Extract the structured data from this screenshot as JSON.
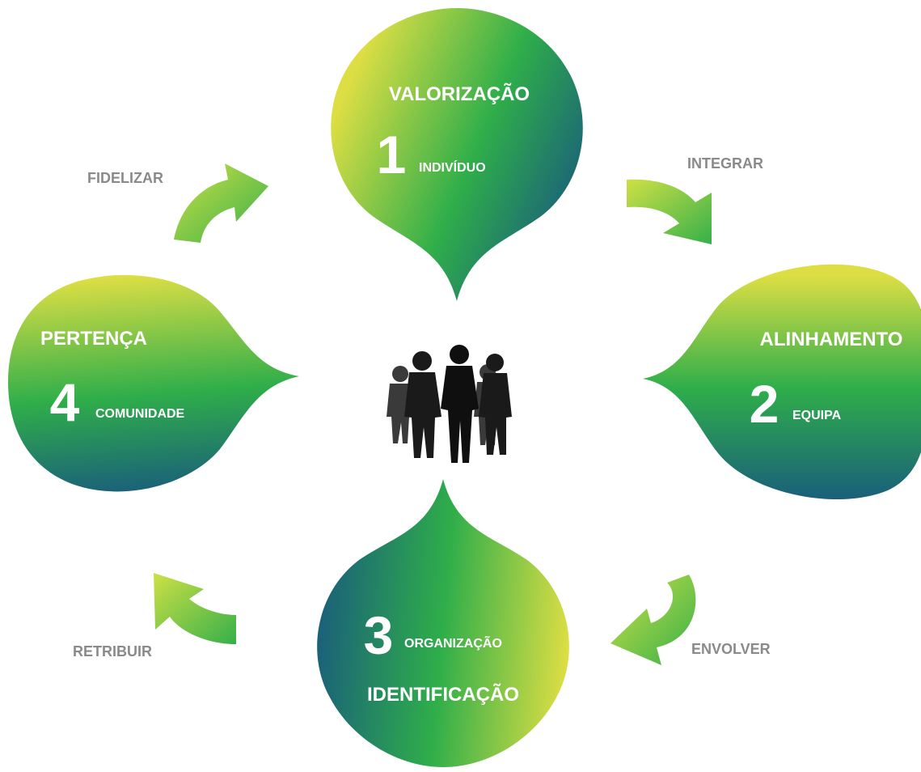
{
  "colors": {
    "yellow": "#dcde44",
    "green": "#2fae4a",
    "blue": "#1a5f7a",
    "label_gray": "#8a8a8a",
    "silhouette": "#1a1a1a"
  },
  "center": {
    "icon": "business-team-silhouette-icon"
  },
  "stages": [
    {
      "number": "1",
      "title": "VALORIZAÇÃO",
      "subtitle": "INDIVÍDUO"
    },
    {
      "number": "2",
      "title": "ALINHAMENTO",
      "subtitle": "EQUIPA"
    },
    {
      "number": "3",
      "title": "IDENTIFICAÇÃO",
      "subtitle": "ORGANIZAÇÃO"
    },
    {
      "number": "4",
      "title": "PERTENÇA",
      "subtitle": "COMUNIDADE"
    }
  ],
  "transitions": [
    {
      "label": "INTEGRAR",
      "icon": "curved-arrow-icon"
    },
    {
      "label": "ENVOLVER",
      "icon": "curved-arrow-icon"
    },
    {
      "label": "RETRIBUIR",
      "icon": "curved-arrow-icon"
    },
    {
      "label": "FIDELIZAR",
      "icon": "curved-arrow-icon"
    }
  ]
}
